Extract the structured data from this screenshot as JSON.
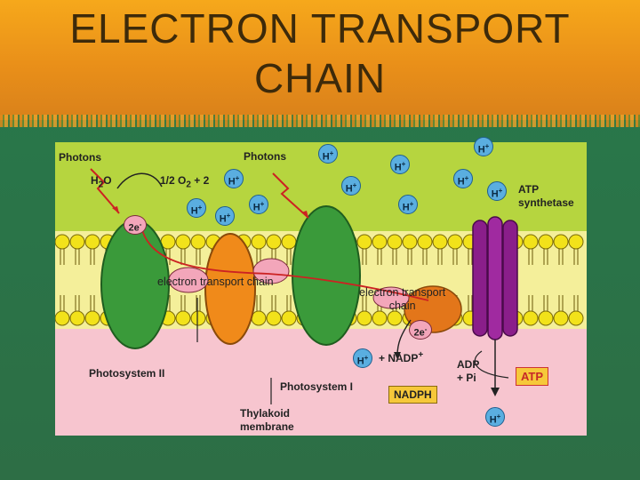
{
  "title": {
    "line1": "ELECTRON TRANSPORT",
    "line2": "CHAIN"
  },
  "colors": {
    "stroma": "#b6d53f",
    "lumen": "#f7c5cf",
    "photosystem": "#3a9a3a",
    "cytochrome": "#f08a1a",
    "atp_synthase": "#8a1e8a",
    "h_ion": "#5aaee0",
    "arrow": "#cc2222"
  },
  "labels": {
    "photons_left": "Photons",
    "photons_right": "Photons",
    "h2o": "H2O",
    "o2": "1/2 O2 + 2",
    "atp_synthetase": "ATP synthetase",
    "etc_left": "electron transport chain",
    "etc_right": "electron transport chain",
    "photosystem_ii": "Photosystem II",
    "photosystem_i": "Photosystem I",
    "thylakoid_membrane": "Thylakoid membrane",
    "nadp": "+ NADP+",
    "adp_pi": "ADP + Pi",
    "atp": "ATP",
    "nadph": "NADPH",
    "h_ion": "H+",
    "two_e": "2e-"
  }
}
